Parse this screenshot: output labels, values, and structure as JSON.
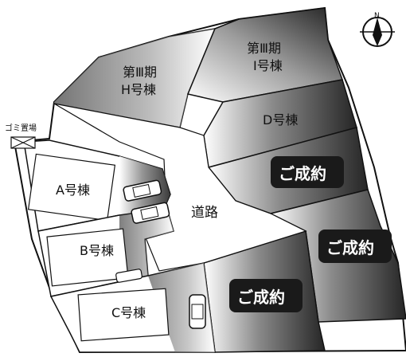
{
  "map": {
    "compass_letter": "N",
    "garbage_area": "ゴミ置場",
    "road": "道路",
    "phase3_h": {
      "line1": "第Ⅲ期",
      "line2": "H号棟"
    },
    "phase3_i": {
      "line1": "第Ⅲ期",
      "line2": "I号棟"
    },
    "lots": {
      "a": "A号棟",
      "b": "B号棟",
      "c": "C号棟",
      "d": "D号棟"
    },
    "sold_label": "ご成約",
    "colors": {
      "ink": "#111111",
      "sold_badge": "#1a1a1a",
      "shade_dark": "#2b2b2b",
      "shade_light": "#bdbdbd",
      "paper": "#ffffff"
    }
  }
}
